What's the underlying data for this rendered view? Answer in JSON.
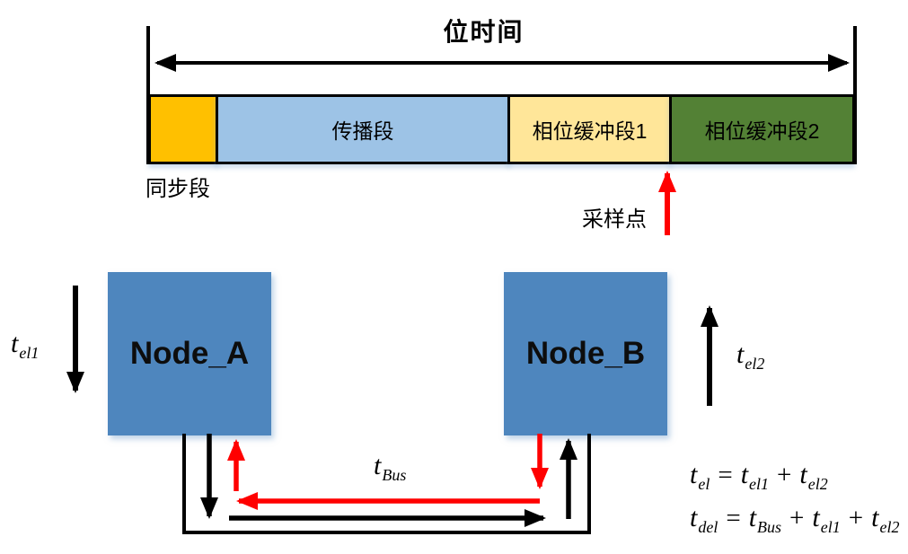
{
  "colors": {
    "red": "#FF0000",
    "black": "#000000"
  },
  "bit_time": {
    "title": "位时间",
    "segments": [
      {
        "name": "sync",
        "label": "",
        "color": "#FFC000"
      },
      {
        "name": "propagation",
        "label": "传播段",
        "color": "#9DC3E6"
      },
      {
        "name": "phase-buffer-1",
        "label": "相位缓冲段1",
        "color": "#FFE699"
      },
      {
        "name": "phase-buffer-2",
        "label": "相位缓冲段2",
        "color": "#538135"
      }
    ],
    "sync_label": "同步段",
    "sample_point_label": "采样点"
  },
  "nodes": {
    "a": {
      "label": "Node_A",
      "color": "#4E86BE"
    },
    "b": {
      "label": "Node_B",
      "color": "#4E86BE"
    }
  },
  "time_labels": {
    "el1": {
      "b": "t",
      "s": "el1"
    },
    "el2": {
      "b": "t",
      "s": "el2"
    },
    "bus": {
      "b": "t",
      "s": "Bus"
    }
  },
  "equations": [
    {
      "tokens": [
        {
          "b": "t",
          "s": "el"
        },
        {
          "op": "="
        },
        {
          "b": "t",
          "s": "el1"
        },
        {
          "op": "+"
        },
        {
          "b": "t",
          "s": "el2"
        }
      ]
    },
    {
      "tokens": [
        {
          "b": "t",
          "s": "del"
        },
        {
          "op": "="
        },
        {
          "b": "t",
          "s": "Bus"
        },
        {
          "op": "+"
        },
        {
          "b": "t",
          "s": "el1"
        },
        {
          "op": "+"
        },
        {
          "b": "t",
          "s": "el2"
        }
      ]
    }
  ]
}
